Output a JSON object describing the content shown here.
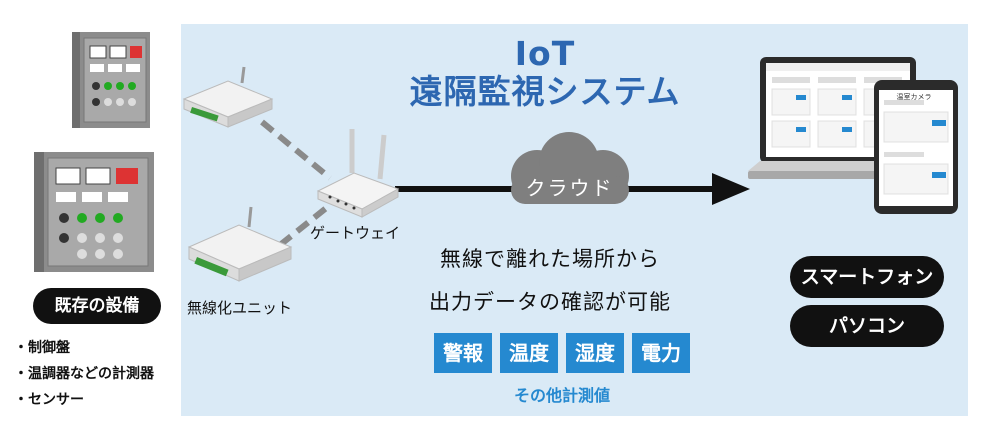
{
  "title": {
    "line1": "IoT",
    "line2": "遠隔監視システム"
  },
  "cloud_label": "クラウド",
  "gateway_label": "ゲートウェイ",
  "wireless_unit_label": "無線化ユニット",
  "existing_equipment": {
    "badge": "既存の設備",
    "items": [
      "・制御盤",
      "・温調器などの計測器",
      "・センサー"
    ]
  },
  "message": {
    "line1": "無線で離れた場所から",
    "line2": "出力データの確認が可能"
  },
  "tags": [
    "警報",
    "温度",
    "湿度",
    "電力"
  ],
  "other_label": "その他計測値",
  "devices": [
    "スマートフォン",
    "パソコン"
  ],
  "screen_header": "温室カメラ",
  "colors": {
    "accent_blue": "#2d67b1",
    "tag_blue": "#2589d0",
    "panel_bg": "#daeaf6"
  }
}
